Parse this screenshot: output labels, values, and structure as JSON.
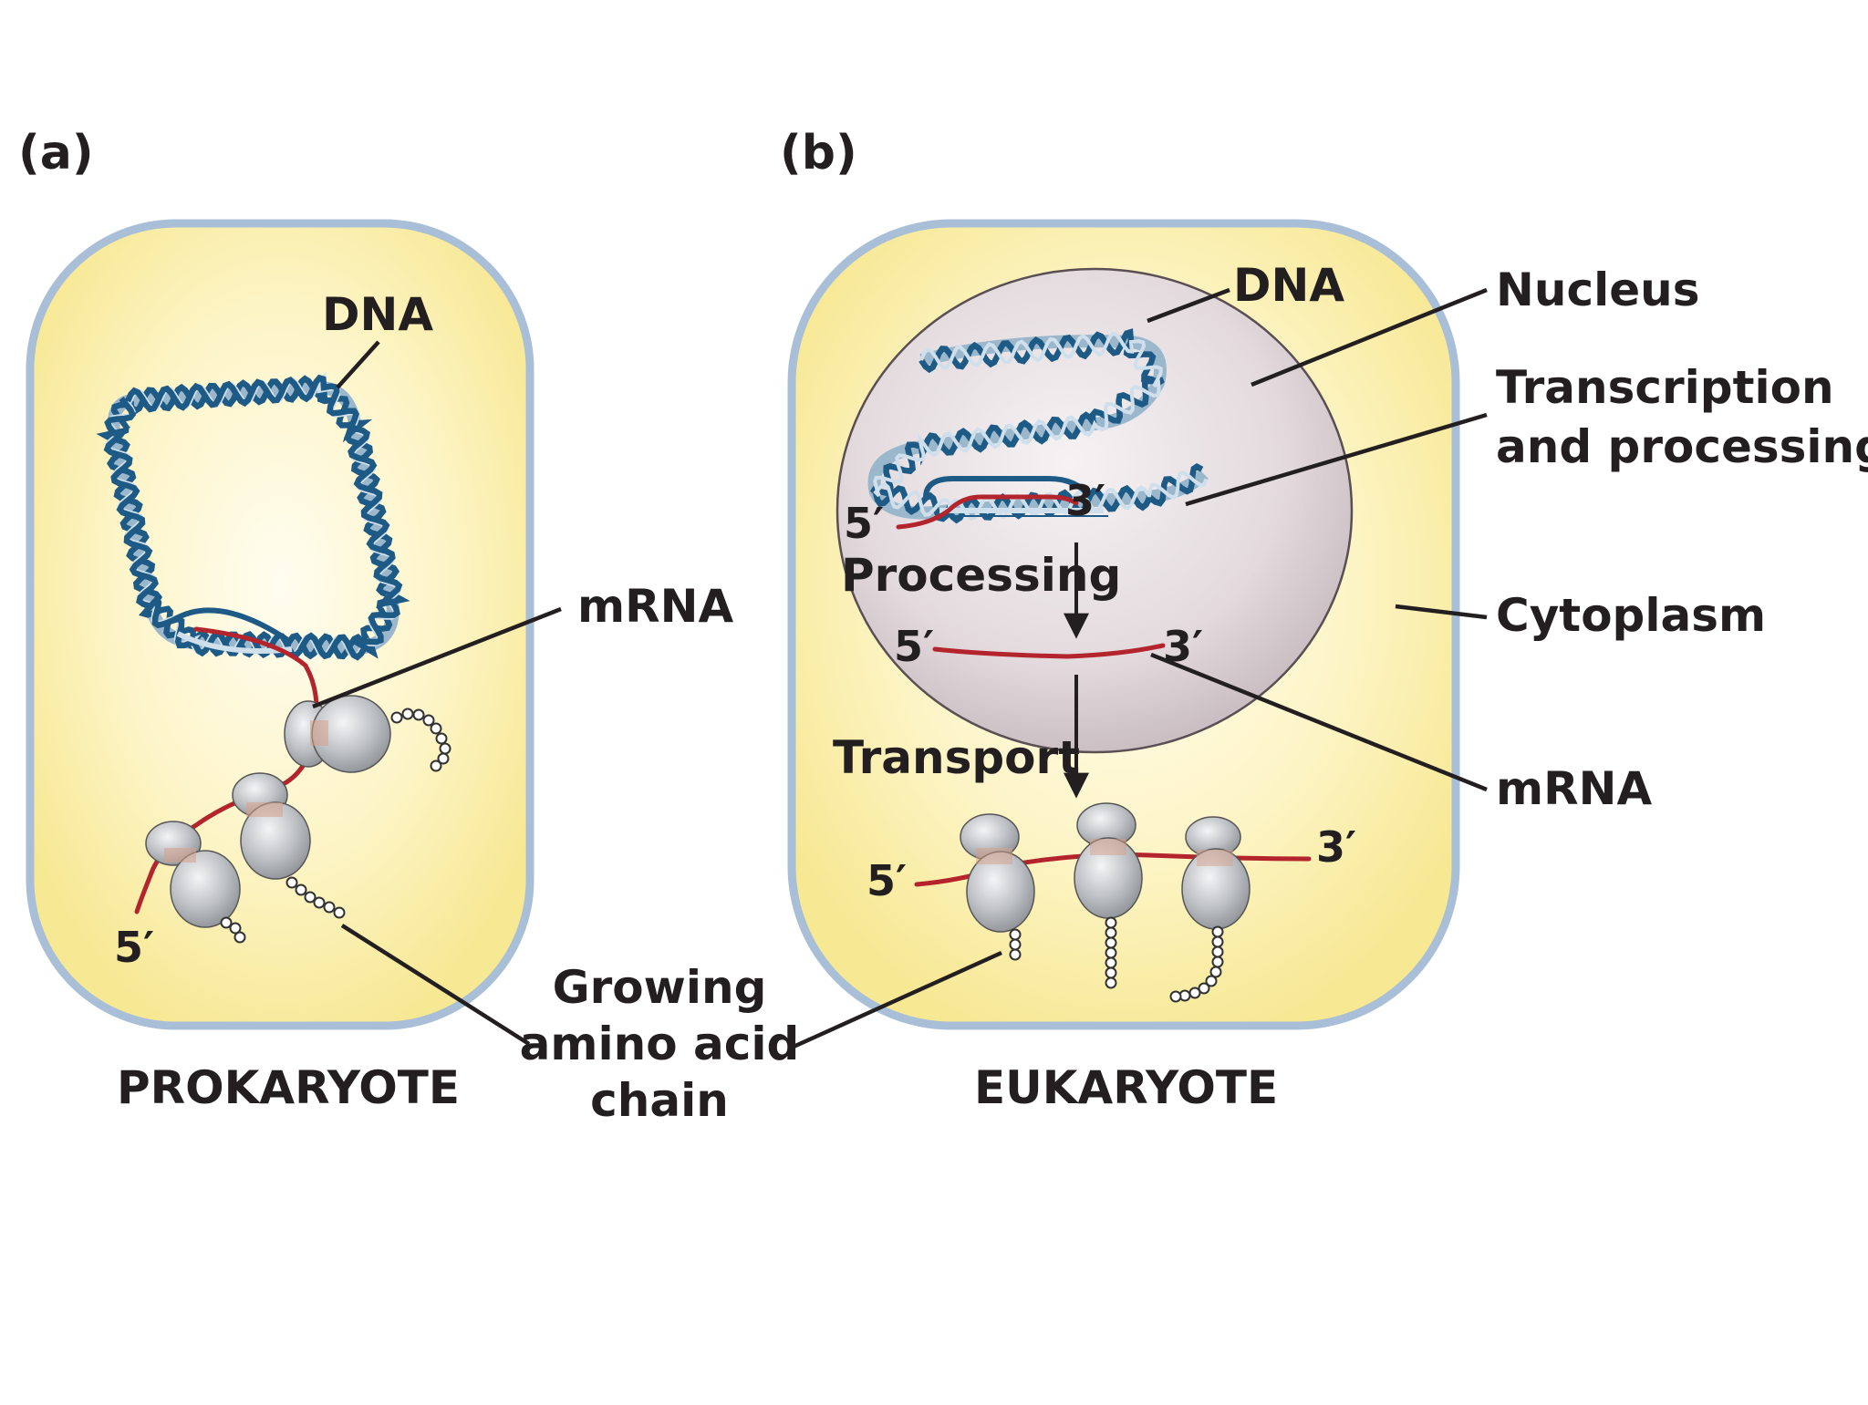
{
  "panels": {
    "a": {
      "tag": "(a)",
      "title": "PROKARYOTE",
      "dna_label": "DNA",
      "mrna_label": "mRNA",
      "five_prime": "5′"
    },
    "b": {
      "tag": "(b)",
      "title": "EUKARYOTE",
      "dna_label": "DNA",
      "nucleus_label": "Nucleus",
      "transcription_label_line1": "Transcription",
      "transcription_label_line2": "and processing",
      "cytoplasm_label": "Cytoplasm",
      "mrna_label": "mRNA",
      "processing_label": "Processing",
      "transport_label": "Transport",
      "five_prime": "5′",
      "three_prime": "3′"
    }
  },
  "shared": {
    "growing_chain_line1": "Growing",
    "growing_chain_line2": "amino acid",
    "growing_chain_line3": "chain"
  },
  "colors": {
    "cell_fill": "#fbf0a6",
    "cell_border": "#a9bfd7",
    "nucleus_fill": "#e2d9dc",
    "dna_blue": "#1e5a86",
    "mrna_red": "#b3242d",
    "ribosome_gray": "#b9bcc0"
  }
}
